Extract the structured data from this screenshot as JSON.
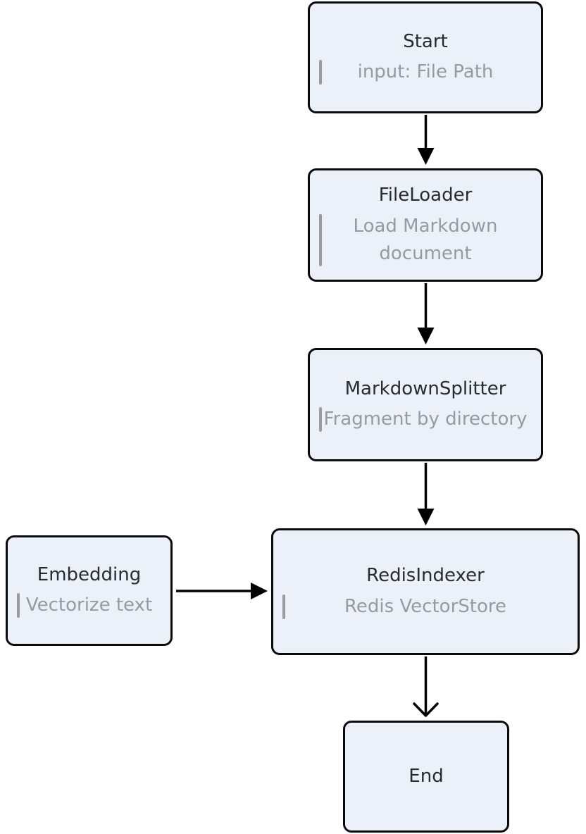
{
  "diagram": {
    "type": "flowchart",
    "direction": "top-down",
    "nodes": [
      {
        "id": "start",
        "title": "Start",
        "subtitle": "input: File Path"
      },
      {
        "id": "fileloader",
        "title": "FileLoader",
        "subtitle": "Load Markdown document"
      },
      {
        "id": "markdownsplitter",
        "title": "MarkdownSplitter",
        "subtitle": "Fragment by directory"
      },
      {
        "id": "embedding",
        "title": "Embedding",
        "subtitle": "Vectorize text"
      },
      {
        "id": "redisindexer",
        "title": "RedisIndexer",
        "subtitle": "Redis VectorStore"
      },
      {
        "id": "end",
        "title": "End",
        "subtitle": ""
      }
    ],
    "edges": [
      {
        "from": "Start",
        "to": "FileLoader",
        "arrowhead": "filled-triangle"
      },
      {
        "from": "FileLoader",
        "to": "MarkdownSplitter",
        "arrowhead": "filled-triangle"
      },
      {
        "from": "MarkdownSplitter",
        "to": "RedisIndexer",
        "arrowhead": "filled-triangle"
      },
      {
        "from": "Embedding",
        "to": "RedisIndexer",
        "arrowhead": "filled-triangle"
      },
      {
        "from": "RedisIndexer",
        "to": "End",
        "arrowhead": "open-chevron"
      }
    ],
    "colors": {
      "background": "#FFFFFF",
      "node_fill": "#ECF0F9",
      "node_border": "#0B0B0B",
      "title_text": "#262B35",
      "subtitle_text": "#959BA5",
      "accent_bar": "#9A9BA0",
      "edge_stroke": "#000000"
    }
  }
}
